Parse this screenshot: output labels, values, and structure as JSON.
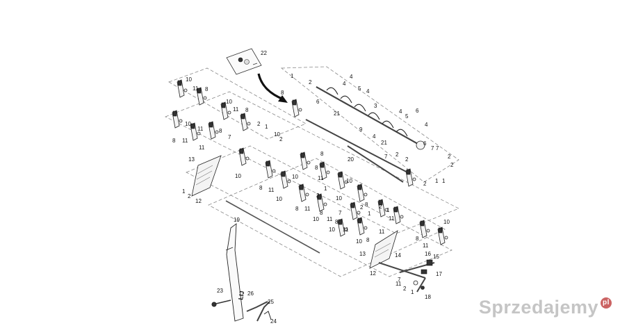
{
  "callouts": [
    {
      "id": "c22",
      "text": "22"
    },
    {
      "id": "c1a",
      "text": "1"
    },
    {
      "id": "c2a",
      "text": "2"
    },
    {
      "id": "c8a",
      "text": "8"
    },
    {
      "id": "c4a",
      "text": "4"
    },
    {
      "id": "c4b",
      "text": "4"
    },
    {
      "id": "c5a",
      "text": "5"
    },
    {
      "id": "c4c",
      "text": "4"
    },
    {
      "id": "c3a",
      "text": "3"
    },
    {
      "id": "c6a",
      "text": "6"
    },
    {
      "id": "c21a",
      "text": "21"
    },
    {
      "id": "c9a",
      "text": "9"
    },
    {
      "id": "c4d",
      "text": "4"
    },
    {
      "id": "c5b",
      "text": "5"
    },
    {
      "id": "c6b",
      "text": "6"
    },
    {
      "id": "c4e",
      "text": "4"
    },
    {
      "id": "c10a",
      "text": "10"
    },
    {
      "id": "c11a",
      "text": "11"
    },
    {
      "id": "c8b",
      "text": "8"
    },
    {
      "id": "c10b",
      "text": "10"
    },
    {
      "id": "c11b",
      "text": "11"
    },
    {
      "id": "c8c",
      "text": "8"
    },
    {
      "id": "c10c",
      "text": "10"
    },
    {
      "id": "c11c",
      "text": "11"
    },
    {
      "id": "c8d",
      "text": "8"
    },
    {
      "id": "c11d",
      "text": "11"
    },
    {
      "id": "c11e",
      "text": "11"
    },
    {
      "id": "c10d",
      "text": "10"
    },
    {
      "id": "c8e",
      "text": "8"
    },
    {
      "id": "c7a",
      "text": "7"
    },
    {
      "id": "c2b",
      "text": "2"
    },
    {
      "id": "c1b",
      "text": "1"
    },
    {
      "id": "c2c",
      "text": "2"
    },
    {
      "id": "c13a",
      "text": "13"
    },
    {
      "id": "c1c",
      "text": "1"
    },
    {
      "id": "c2d",
      "text": "2"
    },
    {
      "id": "c12a",
      "text": "12"
    },
    {
      "id": "c20",
      "text": "20"
    },
    {
      "id": "c4f",
      "text": "4"
    },
    {
      "id": "c21b",
      "text": "21"
    },
    {
      "id": "c7b",
      "text": "7"
    },
    {
      "id": "c8f",
      "text": "8"
    },
    {
      "id": "c2e",
      "text": "2"
    },
    {
      "id": "c2f",
      "text": "2"
    },
    {
      "id": "c10e",
      "text": "10"
    },
    {
      "id": "c8g",
      "text": "8"
    },
    {
      "id": "c11f",
      "text": "11"
    },
    {
      "id": "c10f",
      "text": "10"
    },
    {
      "id": "c8h",
      "text": "8"
    },
    {
      "id": "c11g",
      "text": "11"
    },
    {
      "id": "c1d",
      "text": "1"
    },
    {
      "id": "c2g",
      "text": "2"
    },
    {
      "id": "c10g",
      "text": "10"
    },
    {
      "id": "c8i",
      "text": "8"
    },
    {
      "id": "c11h",
      "text": "11"
    },
    {
      "id": "c7c",
      "text": "7"
    },
    {
      "id": "c2h",
      "text": "2"
    },
    {
      "id": "c1e",
      "text": "1"
    },
    {
      "id": "c10h",
      "text": "10"
    },
    {
      "id": "c8j",
      "text": "8"
    },
    {
      "id": "c11i",
      "text": "11"
    },
    {
      "id": "c10i",
      "text": "10"
    },
    {
      "id": "c8k",
      "text": "8"
    },
    {
      "id": "c11j",
      "text": "11"
    },
    {
      "id": "c2i",
      "text": "2"
    },
    {
      "id": "c1f",
      "text": "1"
    },
    {
      "id": "c11k",
      "text": "11"
    },
    {
      "id": "c8l",
      "text": "8"
    },
    {
      "id": "c10j",
      "text": "10"
    },
    {
      "id": "c11l",
      "text": "11"
    },
    {
      "id": "c2j",
      "text": "2"
    },
    {
      "id": "c1g",
      "text": "1"
    },
    {
      "id": "c10k",
      "text": "10"
    },
    {
      "id": "c8m",
      "text": "8"
    },
    {
      "id": "c11m",
      "text": "11"
    },
    {
      "id": "c10l",
      "text": "10"
    },
    {
      "id": "c7d",
      "text": "7"
    },
    {
      "id": "c8n",
      "text": "8"
    },
    {
      "id": "c13b",
      "text": "13"
    },
    {
      "id": "c10m",
      "text": "10"
    },
    {
      "id": "c14",
      "text": "14"
    },
    {
      "id": "c12b",
      "text": "12"
    },
    {
      "id": "c16",
      "text": "16"
    },
    {
      "id": "c15",
      "text": "15"
    },
    {
      "id": "c17",
      "text": "17"
    },
    {
      "id": "c7e",
      "text": "7"
    },
    {
      "id": "c11n",
      "text": "11"
    },
    {
      "id": "c2k",
      "text": "2"
    },
    {
      "id": "c1h",
      "text": "1"
    },
    {
      "id": "c18",
      "text": "18"
    },
    {
      "id": "c19",
      "text": "19"
    },
    {
      "id": "c23",
      "text": "23"
    },
    {
      "id": "c26",
      "text": "26"
    },
    {
      "id": "c25",
      "text": "25"
    },
    {
      "id": "c24",
      "text": "24"
    },
    {
      "id": "c6c",
      "text": "6"
    },
    {
      "id": "c7f",
      "text": "7"
    },
    {
      "id": "c2l",
      "text": "2"
    },
    {
      "id": "c2m",
      "text": "2"
    },
    {
      "id": "c1i",
      "text": "1"
    }
  ],
  "lever_stamp": "LIJ",
  "watermark": {
    "brand": "Sprzedajemy",
    "tld": "pl"
  }
}
